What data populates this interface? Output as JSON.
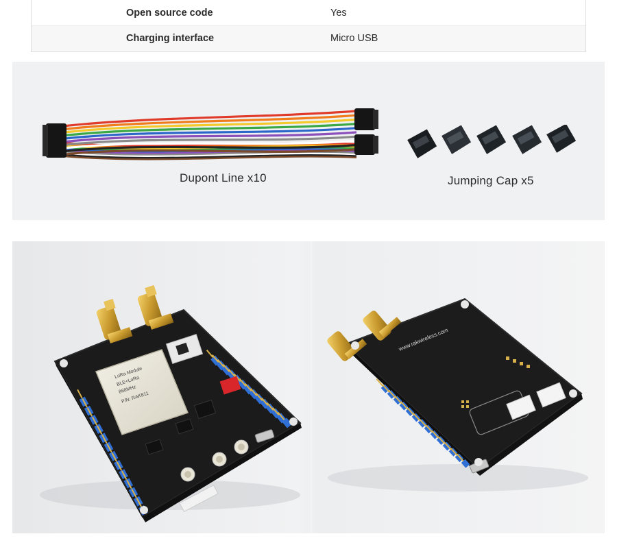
{
  "spec_table": {
    "rows": [
      {
        "key": "Open source code",
        "value": "Yes"
      },
      {
        "key": "Charging interface",
        "value": "Micro USB"
      }
    ]
  },
  "accessories": {
    "dupont_label": "Dupont Line x10",
    "jumper_label": "Jumping Cap x5",
    "wire_colors": [
      "#e03b2a",
      "#f07c1c",
      "#f4c92a",
      "#3aa845",
      "#2b66c9",
      "#8a4fb8",
      "#8a8a8a",
      "#ffffff",
      "#222222",
      "#7b4a2a"
    ]
  },
  "product_photos": {
    "front_module": {
      "line1": "LoRa Module",
      "line2": "BLE+LoRa",
      "line3": "868MHz",
      "line4": "P/N: RAK811"
    },
    "back_url": "www.rakwireless.com",
    "board_color": "#1c1c1c",
    "header_color": "#2f6fd6"
  }
}
